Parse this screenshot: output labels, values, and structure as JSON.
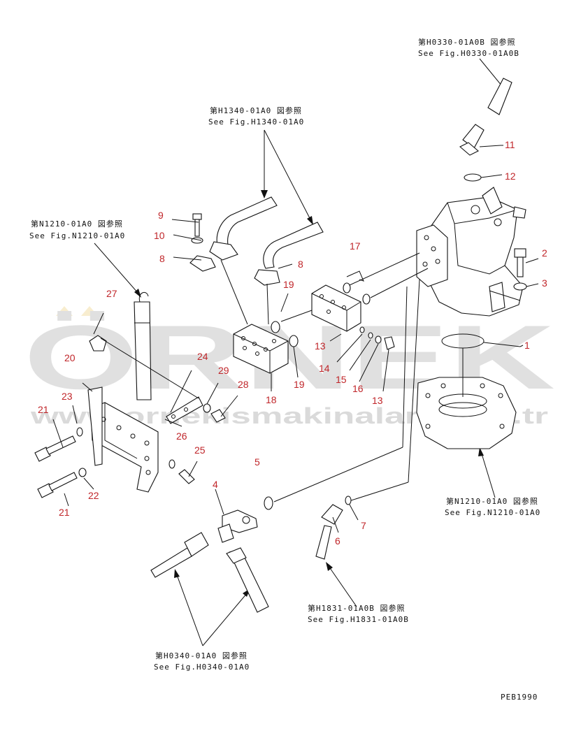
{
  "watermark": {
    "brand": "ÖRNEK",
    "url": "www.ornekismakinalari.com.tr",
    "brand_color": "#c8c8c8",
    "accent_color": "#f3e0a8"
  },
  "references": [
    {
      "id": "h0330",
      "jp": "第H0330-01A0B 図参照",
      "en": "See Fig.H0330-01A0B"
    },
    {
      "id": "h1340",
      "jp": "第H1340-01A0 図参照",
      "en": "See Fig.H1340-01A0"
    },
    {
      "id": "n1210a",
      "jp": "第N1210-01A0 図参照",
      "en": "See Fig.N1210-01A0"
    },
    {
      "id": "n1210b",
      "jp": "第N1210-01A0 図参照",
      "en": "See Fig.N1210-01A0"
    },
    {
      "id": "h1831",
      "jp": "第H1831-01A0B 図参照",
      "en": "See Fig.H1831-01A0B"
    },
    {
      "id": "h0340",
      "jp": "第H0340-01A0 図参照",
      "en": "See Fig.H0340-01A0"
    }
  ],
  "part_numbers": {
    "p1": "1",
    "p2": "2",
    "p3": "3",
    "p4": "4",
    "p5": "5",
    "p6": "6",
    "p7": "7",
    "p8a": "8",
    "p8b": "8",
    "p9": "9",
    "p10": "10",
    "p11": "11",
    "p12": "12",
    "p13a": "13",
    "p13b": "13",
    "p14": "14",
    "p15": "15",
    "p16": "16",
    "p17": "17",
    "p18": "18",
    "p19a": "19",
    "p19b": "19",
    "p20": "20",
    "p21a": "21",
    "p21b": "21",
    "p22": "22",
    "p23": "23",
    "p24": "24",
    "p25": "25",
    "p26": "26",
    "p27": "27",
    "p28": "28",
    "p29": "29"
  },
  "drawing_code": "PEB1990",
  "label_color": "#c0262a"
}
